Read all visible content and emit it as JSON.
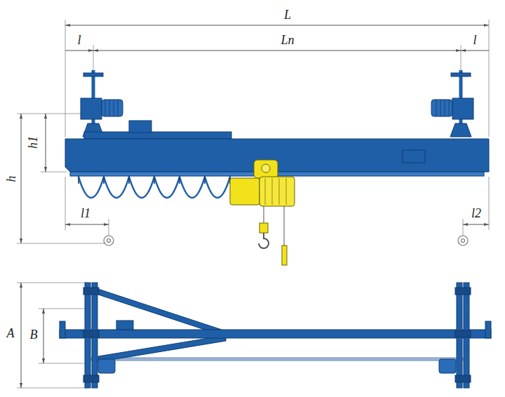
{
  "diagram": {
    "labels": [
      "L",
      "l",
      "Lп",
      "l",
      "h1",
      "h",
      "l1",
      "l2",
      "A",
      "B"
    ]
  }
}
